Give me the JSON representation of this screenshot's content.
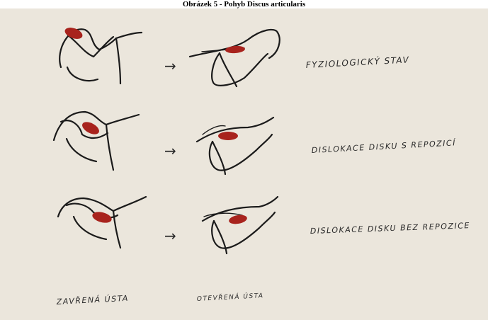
{
  "figure": {
    "caption": "Obrázek 5 - Pohyb Discus articularis",
    "rows": [
      {
        "label": "FYZIOLOGICKÝ STAV"
      },
      {
        "label": "DISLOKACE DISKU S REPOZICÍ"
      },
      {
        "label": "DISLOKACE DISKU BEZ REPOZICE"
      }
    ],
    "columns": [
      {
        "label": "ZAVŘENÁ ÚSTA"
      },
      {
        "label": "OTEVŘENÁ ÚSTA"
      }
    ],
    "arrow_symbol": "→",
    "colors": {
      "paper": "#ebe6dc",
      "ink": "#1b1b1b",
      "disc": "#a8231d"
    }
  }
}
